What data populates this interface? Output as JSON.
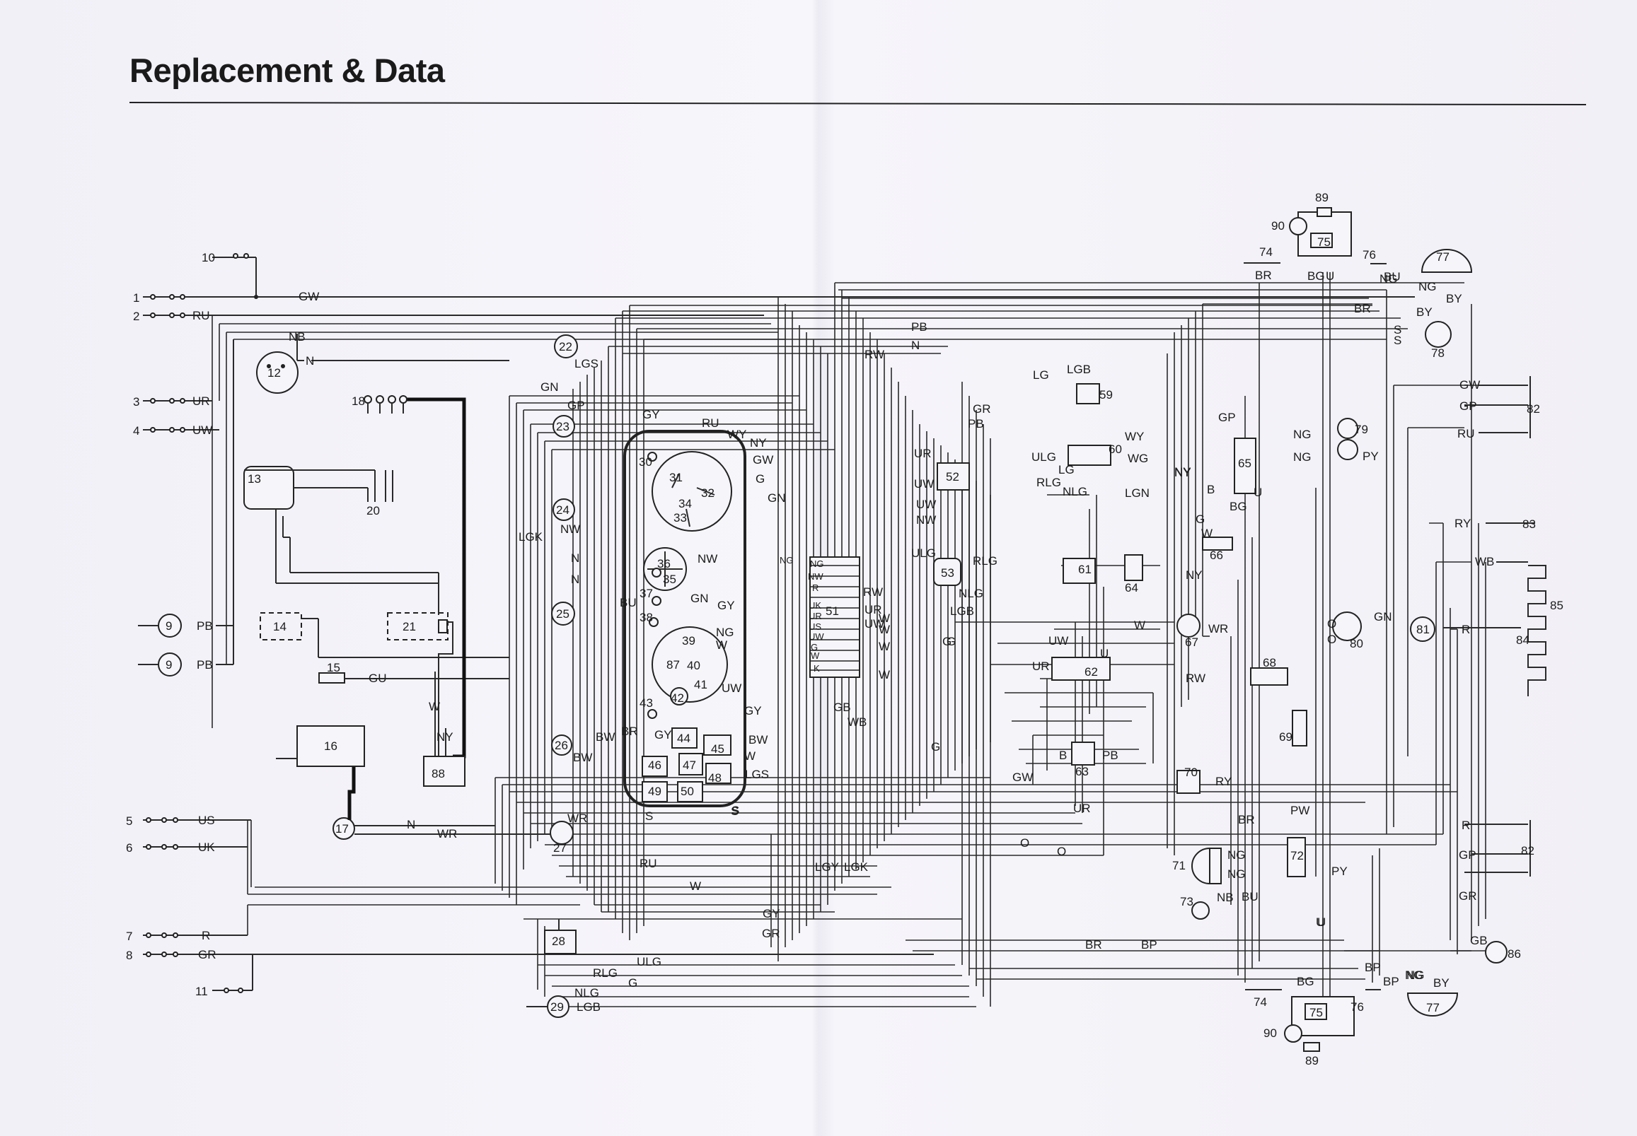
{
  "page": {
    "title": "Replacement & Data"
  },
  "components": [
    {
      "id": "1",
      "label": "1"
    },
    {
      "id": "2",
      "label": "2"
    },
    {
      "id": "3",
      "label": "3"
    },
    {
      "id": "4",
      "label": "4"
    },
    {
      "id": "5",
      "label": "5"
    },
    {
      "id": "6",
      "label": "6"
    },
    {
      "id": "7",
      "label": "7"
    },
    {
      "id": "8",
      "label": "8"
    },
    {
      "id": "9a",
      "label": "9"
    },
    {
      "id": "9b",
      "label": "9"
    },
    {
      "id": "10",
      "label": "10"
    },
    {
      "id": "11",
      "label": "11"
    },
    {
      "id": "12",
      "label": "12"
    },
    {
      "id": "13",
      "label": "13"
    },
    {
      "id": "14",
      "label": "14"
    },
    {
      "id": "15",
      "label": "15"
    },
    {
      "id": "16",
      "label": "16"
    },
    {
      "id": "17",
      "label": "17"
    },
    {
      "id": "18",
      "label": "18"
    },
    {
      "id": "20",
      "label": "20"
    },
    {
      "id": "21",
      "label": "21"
    },
    {
      "id": "22",
      "label": "22"
    },
    {
      "id": "23",
      "label": "23"
    },
    {
      "id": "24",
      "label": "24"
    },
    {
      "id": "25",
      "label": "25"
    },
    {
      "id": "26",
      "label": "26"
    },
    {
      "id": "27",
      "label": "27"
    },
    {
      "id": "28",
      "label": "28"
    },
    {
      "id": "29",
      "label": "29"
    },
    {
      "id": "30",
      "label": "30"
    },
    {
      "id": "31",
      "label": "31"
    },
    {
      "id": "32",
      "label": "32"
    },
    {
      "id": "33",
      "label": "33"
    },
    {
      "id": "34",
      "label": "34"
    },
    {
      "id": "35",
      "label": "35"
    },
    {
      "id": "36",
      "label": "36"
    },
    {
      "id": "37",
      "label": "37"
    },
    {
      "id": "38",
      "label": "38"
    },
    {
      "id": "39",
      "label": "39"
    },
    {
      "id": "40",
      "label": "40"
    },
    {
      "id": "41",
      "label": "41"
    },
    {
      "id": "42",
      "label": "42"
    },
    {
      "id": "43",
      "label": "43"
    },
    {
      "id": "44",
      "label": "44"
    },
    {
      "id": "45",
      "label": "45"
    },
    {
      "id": "46",
      "label": "46"
    },
    {
      "id": "47",
      "label": "47"
    },
    {
      "id": "48",
      "label": "48"
    },
    {
      "id": "49",
      "label": "49"
    },
    {
      "id": "50",
      "label": "50"
    },
    {
      "id": "51",
      "label": "51"
    },
    {
      "id": "52",
      "label": "52"
    },
    {
      "id": "53",
      "label": "53"
    },
    {
      "id": "59",
      "label": "59"
    },
    {
      "id": "60",
      "label": "60"
    },
    {
      "id": "61",
      "label": "61"
    },
    {
      "id": "62",
      "label": "62"
    },
    {
      "id": "63",
      "label": "63"
    },
    {
      "id": "64",
      "label": "64"
    },
    {
      "id": "65",
      "label": "65"
    },
    {
      "id": "66",
      "label": "66"
    },
    {
      "id": "67",
      "label": "67"
    },
    {
      "id": "68",
      "label": "68"
    },
    {
      "id": "69",
      "label": "69"
    },
    {
      "id": "70",
      "label": "70"
    },
    {
      "id": "71",
      "label": "71"
    },
    {
      "id": "72",
      "label": "72"
    },
    {
      "id": "73",
      "label": "73"
    },
    {
      "id": "74a",
      "label": "74"
    },
    {
      "id": "74b",
      "label": "74"
    },
    {
      "id": "75a",
      "label": "75"
    },
    {
      "id": "75b",
      "label": "75"
    },
    {
      "id": "76a",
      "label": "76"
    },
    {
      "id": "76b",
      "label": "76"
    },
    {
      "id": "77a",
      "label": "77"
    },
    {
      "id": "77b",
      "label": "77"
    },
    {
      "id": "78",
      "label": "78"
    },
    {
      "id": "79",
      "label": "79"
    },
    {
      "id": "80",
      "label": "80"
    },
    {
      "id": "81",
      "label": "81"
    },
    {
      "id": "82a",
      "label": "82"
    },
    {
      "id": "82b",
      "label": "82"
    },
    {
      "id": "83",
      "label": "83"
    },
    {
      "id": "84",
      "label": "84"
    },
    {
      "id": "85",
      "label": "85"
    },
    {
      "id": "86",
      "label": "86"
    },
    {
      "id": "87",
      "label": "87"
    },
    {
      "id": "88",
      "label": "88"
    },
    {
      "id": "89a",
      "label": "89"
    },
    {
      "id": "89b",
      "label": "89"
    },
    {
      "id": "90a",
      "label": "90"
    },
    {
      "id": "90b",
      "label": "90"
    }
  ],
  "wire_codes": [
    "GW",
    "RU",
    "UR",
    "UW",
    "US",
    "UK",
    "R",
    "GR",
    "PB",
    "PB",
    "NB",
    "N",
    "LGS",
    "GN",
    "GP",
    "GY",
    "RU",
    "WY",
    "NY",
    "GW",
    "G",
    "GN",
    "NW",
    "N",
    "N",
    "LGK",
    "NW",
    "GN",
    "GY",
    "NG",
    "W",
    "UW",
    "GY",
    "BW",
    "BW",
    "GY",
    "W",
    "BW",
    "LGS",
    "S",
    "WR",
    "WR",
    "N",
    "RU",
    "W",
    "LGY",
    "LGK",
    "GY",
    "GR",
    "ULG",
    "RLG",
    "G",
    "NLG",
    "LGB",
    "GU",
    "W",
    "NY",
    "BU",
    "BR",
    "S",
    "S",
    "PB",
    "N",
    "RW",
    "LG",
    "LGB",
    "GR",
    "PB",
    "UR",
    "UW",
    "UW",
    "NW",
    "ULG",
    "LG",
    "RLG",
    "NLG",
    "WG",
    "WY",
    "NY",
    "LGN",
    "ULG",
    "RLG",
    "NLG",
    "LGB",
    "G",
    "GB",
    "WB",
    "G",
    "W",
    "UW",
    "UR",
    "U",
    "GW",
    "B",
    "PB",
    "RY",
    "UR",
    "O",
    "O",
    "BR",
    "BP",
    "RW",
    "G",
    "W",
    "W",
    "W",
    "W",
    "NG",
    "NW",
    "R",
    "UK",
    "UR",
    "US",
    "UW",
    "G",
    "W",
    "K",
    "RW",
    "UR",
    "UW",
    "NG",
    "GP",
    "NG",
    "NG",
    "NY",
    "B",
    "BG",
    "U",
    "W",
    "NY",
    "WR",
    "G",
    "PY",
    "PW",
    "BR",
    "NG",
    "NG",
    "NB",
    "BU",
    "BR",
    "BG",
    "U",
    "BP",
    "BP",
    "NG",
    "BY",
    "BG",
    "U",
    "BR",
    "BU",
    "NG",
    "BY",
    "S",
    "S",
    "BY",
    "GW",
    "GP",
    "RU",
    "RY",
    "WB",
    "GN",
    "O",
    "O",
    "R",
    "R",
    "GP",
    "GR",
    "GB",
    "PY",
    "U",
    "NG",
    "NG"
  ]
}
